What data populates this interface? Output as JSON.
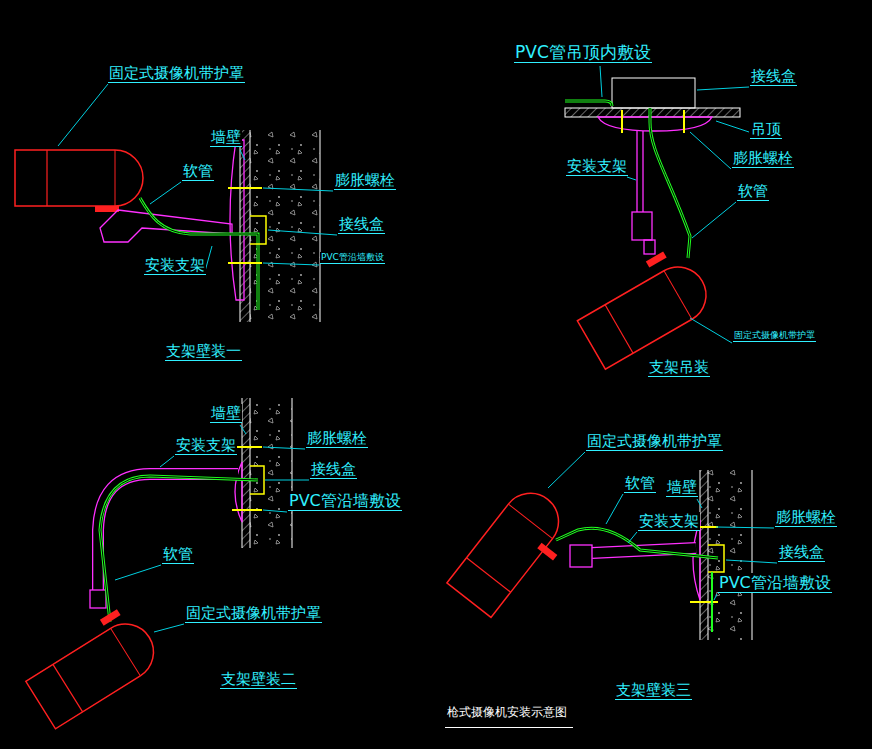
{
  "diagram": {
    "title": "枪式摄像机安装示意图",
    "labels": [
      "固定式摄像机带护罩",
      "墙壁",
      "软管",
      "膨胀螺栓",
      "接线盒",
      "安装支架",
      "PVC管沿墙敷设",
      "支架壁装一",
      "PVC管吊顶内敷设",
      "接线盒",
      "吊顶",
      "安装支架",
      "膨胀螺栓",
      "软管",
      "固定式摄像机带护罩",
      "支架吊装",
      "墙壁",
      "安装支架",
      "膨胀螺栓",
      "接线盒",
      "PVC管沿墙敷设",
      "软管",
      "固定式摄像机带护罩",
      "支架壁装二",
      "固定式摄像机带护罩",
      "软管",
      "墙壁",
      "安装支架",
      "膨胀螺栓",
      "接线盒",
      "PVC管沿墙敷设",
      "支架壁装三"
    ]
  }
}
